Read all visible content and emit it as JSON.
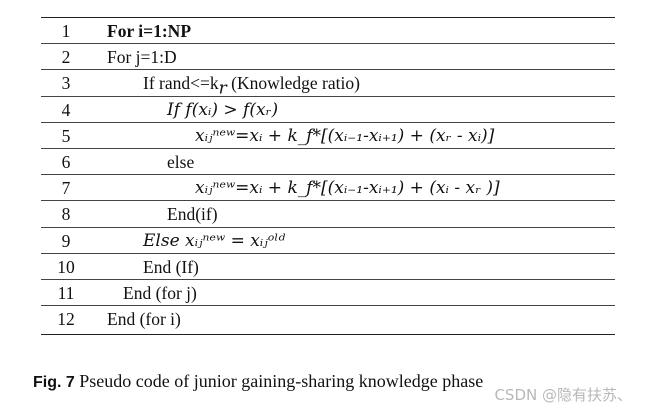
{
  "lines": [
    {
      "num": "1",
      "code": "For i=1:NP"
    },
    {
      "num": "2",
      "code": "For j=1:D"
    },
    {
      "num": "3",
      "code": "If rand<=k",
      "code_sub": "r",
      "code_tail": " (Knowledge ratio)"
    },
    {
      "num": "4",
      "code": "If f(xᵢ) > f(xᵣ)"
    },
    {
      "num": "5",
      "code": "xᵢⱼⁿᵉʷ=xᵢ + k_f*[(xᵢ₋₁-xᵢ₊₁) + (xᵣ - xᵢ)]"
    },
    {
      "num": "6",
      "code": "else"
    },
    {
      "num": "7",
      "code": "xᵢⱼⁿᵉʷ=xᵢ + k_f*[(xᵢ₋₁-xᵢ₊₁) + (xᵢ - xᵣ )]"
    },
    {
      "num": "8",
      "code": "End(if)"
    },
    {
      "num": "9",
      "code": "Else xᵢⱼⁿᵉʷ = xᵢⱼᵒˡᵈ"
    },
    {
      "num": "10",
      "code": "End (If)"
    },
    {
      "num": "11",
      "code": "End (for j)"
    },
    {
      "num": "12",
      "code": "End (for i)"
    }
  ],
  "caption": {
    "label": "Fig. 7",
    "text": "Pseudo code of junior gaining-sharing knowledge phase"
  },
  "watermark": "CSDN @隐有扶苏、"
}
